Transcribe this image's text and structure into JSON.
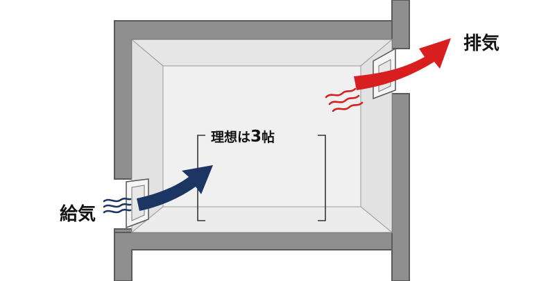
{
  "labels": {
    "supply": "給気",
    "exhaust": "排気",
    "ideal_prefix": "理想は",
    "ideal_number": "3",
    "ideal_suffix": "帖"
  },
  "colors": {
    "wall": "#8f8f8f",
    "wall_edge": "#5a5a5a",
    "room_floor": "#efefef",
    "room_wall_face": "#e4e4e4",
    "supply_arrow": "#1c3562",
    "exhaust_arrow": "#d81e1e",
    "vent_frame": "#f5f5f5",
    "text": "#111111"
  }
}
